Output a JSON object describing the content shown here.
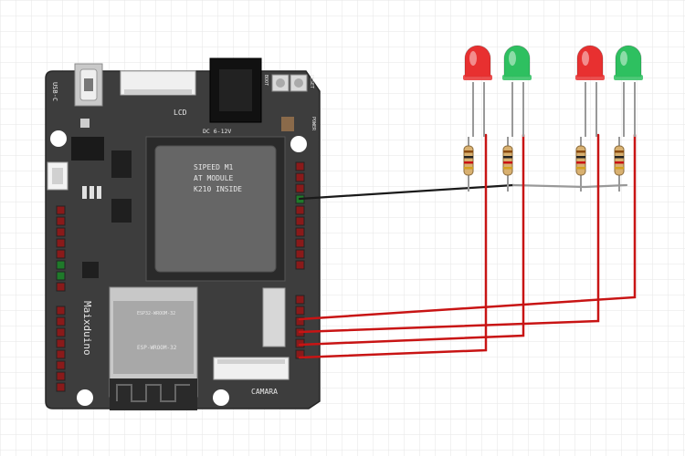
{
  "board": {
    "name": "Maixduino",
    "chip_label_1": "SIPEED M1",
    "chip_label_2": "AT MODULE",
    "chip_label_3": "K210 INSIDE",
    "lcd_label": "LCD",
    "power_label": "DC 6-12V",
    "camera_label": "CAMARA",
    "boot_label": "BOOT",
    "reset_label": "RESET",
    "power_pin_label": "POWER",
    "usb_label": "USB-C",
    "wifi_module_line1": "ESP32-WROOM-32",
    "wifi_module_line2": "ESP-WROOM-32"
  },
  "components": [
    {
      "type": "led",
      "color": "red"
    },
    {
      "type": "led",
      "color": "green"
    },
    {
      "type": "led",
      "color": "red"
    },
    {
      "type": "led",
      "color": "green"
    }
  ],
  "colors": {
    "board": "#3a3a3a",
    "wire_red": "#c81414",
    "wire_black": "#1a1a1a",
    "led_red": "#e83030",
    "led_green": "#2ec060",
    "grid": "#e6e6e6"
  }
}
